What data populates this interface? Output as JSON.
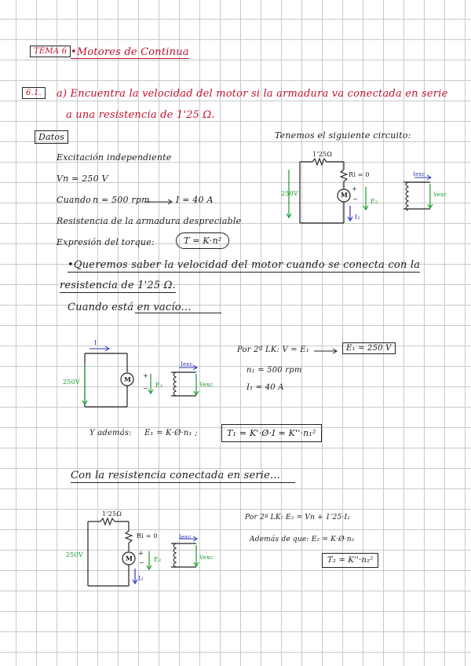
{
  "header": {
    "tema": "TEMA 6",
    "title": "•Motores de Continua"
  },
  "exercise": {
    "number": "6.1.",
    "statement_1": "a) Encuentra la velocidad del motor si la armadura va conectada en serie",
    "statement_2": "a una resistencia de 1'25 Ω."
  },
  "datos": {
    "heading": "Datos",
    "excitacion": "Excitación independiente",
    "vn": "Vn = 250 V",
    "cuando": "Cuando",
    "n_value": "n = 500 rpm",
    "i_value": "I = 40 A",
    "resistencia": "Resistencia de la armadura despreciable",
    "expresion": "Expresión del torque:",
    "torque_formula": "T = K·n²"
  },
  "circuit_intro": "Tenemos el siguiente circuito:",
  "circuit_top": {
    "series_r": "1'25Ω",
    "ri": "Ri = 0",
    "voltage": "250V",
    "motor": "M",
    "plus": "+",
    "minus": "−",
    "emf": "E₂",
    "current": "I₂",
    "field_label": "Iexc",
    "field_v": "Vexc"
  },
  "objective_1": "•Queremos saber la velocidad del motor cuando se conecta con la",
  "objective_2": "resistencia de 1'25 Ω.",
  "vacio_heading": "Cuando está en vacío...",
  "circuit_vacio": {
    "current": "I",
    "voltage": "250V",
    "motor": "M",
    "plus": "+",
    "minus": "−",
    "emf": "E₁",
    "field_label": "Iexc",
    "field_v": "Vexc"
  },
  "vacio_eqs": {
    "kirchhoff": "Por 2ª LK: V = E₁",
    "result": "E₁ = 250 V",
    "n1": "n₁ = 500 rpm",
    "i1": "I₁ = 40 A",
    "ademas": "Y además:",
    "e1_expr": "E₁ = K·Ø·n₁ ;",
    "t1_expr": "T₁ = K'·Ø·I = K''·n₁²"
  },
  "serie_heading": "Con la resistencia conectada en serie...",
  "circuit_serie": {
    "series_r": "1'25Ω",
    "ri": "Ri = 0",
    "voltage": "250V",
    "motor": "M",
    "plus": "+",
    "minus": "−",
    "emf": "E₂",
    "current": "I₂",
    "field_label": "Iexc",
    "field_v": "Vexc"
  },
  "serie_eqs": {
    "kirchhoff": "Por 2ª LK: E₂ = Vn + 1'25·I₂",
    "ademas": "Además de que: E₂ = K·Ø·n₂",
    "t2_expr": "T₂ = K''·n₂²"
  }
}
